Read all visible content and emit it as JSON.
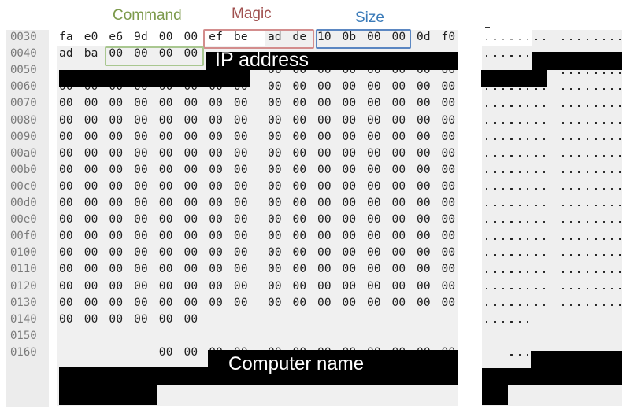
{
  "labels": {
    "command": "Command",
    "magic": "Magic",
    "size": "Size"
  },
  "colors": {
    "command": "#7c9a4c",
    "magic": "#a0504f",
    "size": "#3b7bb9",
    "command_box": "#a9c790",
    "magic_box": "#d38d8d",
    "size_box": "#5b87c2",
    "redaction": "#000000"
  },
  "redaction_labels": {
    "ip_address": "IP address",
    "computer_name": "Computer name"
  },
  "rows": [
    {
      "offset": "0030",
      "bytes": [
        "fa",
        "e0",
        "e6",
        "9d",
        "00",
        "00",
        "ef",
        "be",
        "ad",
        "de",
        "10",
        "0b",
        "00",
        "00",
        "0d",
        "f0"
      ]
    },
    {
      "offset": "0040",
      "bytes": [
        "ad",
        "ba",
        "00",
        "00",
        "00",
        "00",
        "",
        "",
        "",
        "",
        "",
        "",
        "",
        "",
        "",
        ""
      ]
    },
    {
      "offset": "0050",
      "bytes": [
        "",
        "",
        "",
        "",
        "",
        "",
        "",
        "",
        "00",
        "00",
        "00",
        "00",
        "00",
        "00",
        "00",
        "00"
      ]
    },
    {
      "offset": "0060",
      "bytes": [
        "00",
        "00",
        "00",
        "00",
        "00",
        "00",
        "00",
        "00",
        "00",
        "00",
        "00",
        "00",
        "00",
        "00",
        "00",
        "00"
      ]
    },
    {
      "offset": "0070",
      "bytes": [
        "00",
        "00",
        "00",
        "00",
        "00",
        "00",
        "00",
        "00",
        "00",
        "00",
        "00",
        "00",
        "00",
        "00",
        "00",
        "00"
      ]
    },
    {
      "offset": "0080",
      "bytes": [
        "00",
        "00",
        "00",
        "00",
        "00",
        "00",
        "00",
        "00",
        "00",
        "00",
        "00",
        "00",
        "00",
        "00",
        "00",
        "00"
      ]
    },
    {
      "offset": "0090",
      "bytes": [
        "00",
        "00",
        "00",
        "00",
        "00",
        "00",
        "00",
        "00",
        "00",
        "00",
        "00",
        "00",
        "00",
        "00",
        "00",
        "00"
      ]
    },
    {
      "offset": "00a0",
      "bytes": [
        "00",
        "00",
        "00",
        "00",
        "00",
        "00",
        "00",
        "00",
        "00",
        "00",
        "00",
        "00",
        "00",
        "00",
        "00",
        "00"
      ]
    },
    {
      "offset": "00b0",
      "bytes": [
        "00",
        "00",
        "00",
        "00",
        "00",
        "00",
        "00",
        "00",
        "00",
        "00",
        "00",
        "00",
        "00",
        "00",
        "00",
        "00"
      ]
    },
    {
      "offset": "00c0",
      "bytes": [
        "00",
        "00",
        "00",
        "00",
        "00",
        "00",
        "00",
        "00",
        "00",
        "00",
        "00",
        "00",
        "00",
        "00",
        "00",
        "00"
      ]
    },
    {
      "offset": "00d0",
      "bytes": [
        "00",
        "00",
        "00",
        "00",
        "00",
        "00",
        "00",
        "00",
        "00",
        "00",
        "00",
        "00",
        "00",
        "00",
        "00",
        "00"
      ]
    },
    {
      "offset": "00e0",
      "bytes": [
        "00",
        "00",
        "00",
        "00",
        "00",
        "00",
        "00",
        "00",
        "00",
        "00",
        "00",
        "00",
        "00",
        "00",
        "00",
        "00"
      ]
    },
    {
      "offset": "00f0",
      "bytes": [
        "00",
        "00",
        "00",
        "00",
        "00",
        "00",
        "00",
        "00",
        "00",
        "00",
        "00",
        "00",
        "00",
        "00",
        "00",
        "00"
      ]
    },
    {
      "offset": "0100",
      "bytes": [
        "00",
        "00",
        "00",
        "00",
        "00",
        "00",
        "00",
        "00",
        "00",
        "00",
        "00",
        "00",
        "00",
        "00",
        "00",
        "00"
      ]
    },
    {
      "offset": "0110",
      "bytes": [
        "00",
        "00",
        "00",
        "00",
        "00",
        "00",
        "00",
        "00",
        "00",
        "00",
        "00",
        "00",
        "00",
        "00",
        "00",
        "00"
      ]
    },
    {
      "offset": "0120",
      "bytes": [
        "00",
        "00",
        "00",
        "00",
        "00",
        "00",
        "00",
        "00",
        "00",
        "00",
        "00",
        "00",
        "00",
        "00",
        "00",
        "00"
      ]
    },
    {
      "offset": "0130",
      "bytes": [
        "00",
        "00",
        "00",
        "00",
        "00",
        "00",
        "00",
        "00",
        "00",
        "00",
        "00",
        "00",
        "00",
        "00",
        "00",
        "00"
      ]
    },
    {
      "offset": "0140",
      "bytes": [
        "00",
        "00",
        "00",
        "00",
        "00",
        "00",
        "",
        "",
        "",
        "",
        "",
        "",
        "",
        "",
        "",
        ""
      ]
    },
    {
      "offset": "0150",
      "bytes": [
        "",
        "",
        "",
        "",
        "",
        "",
        "",
        "",
        "",
        "",
        "",
        "",
        "",
        "",
        "",
        ""
      ]
    },
    {
      "offset": "0160",
      "bytes": [
        "",
        "",
        "",
        "",
        "00",
        "00",
        "00",
        "00",
        "00",
        "00",
        "00",
        "00",
        "00",
        "00",
        "00",
        "00"
      ]
    }
  ],
  "ascii_rows": [
    "........ ........",
    "......",
    "         ........",
    "........ ........",
    "........ ........",
    "........ ........",
    "........ ........",
    "........ ........",
    "........ ........",
    "........ ........",
    "........ ........",
    "........ ........",
    "........ ........",
    "........ ........",
    "........ ........",
    "........ ........",
    "........ ........",
    "......",
    "",
    "   ..... ........"
  ]
}
